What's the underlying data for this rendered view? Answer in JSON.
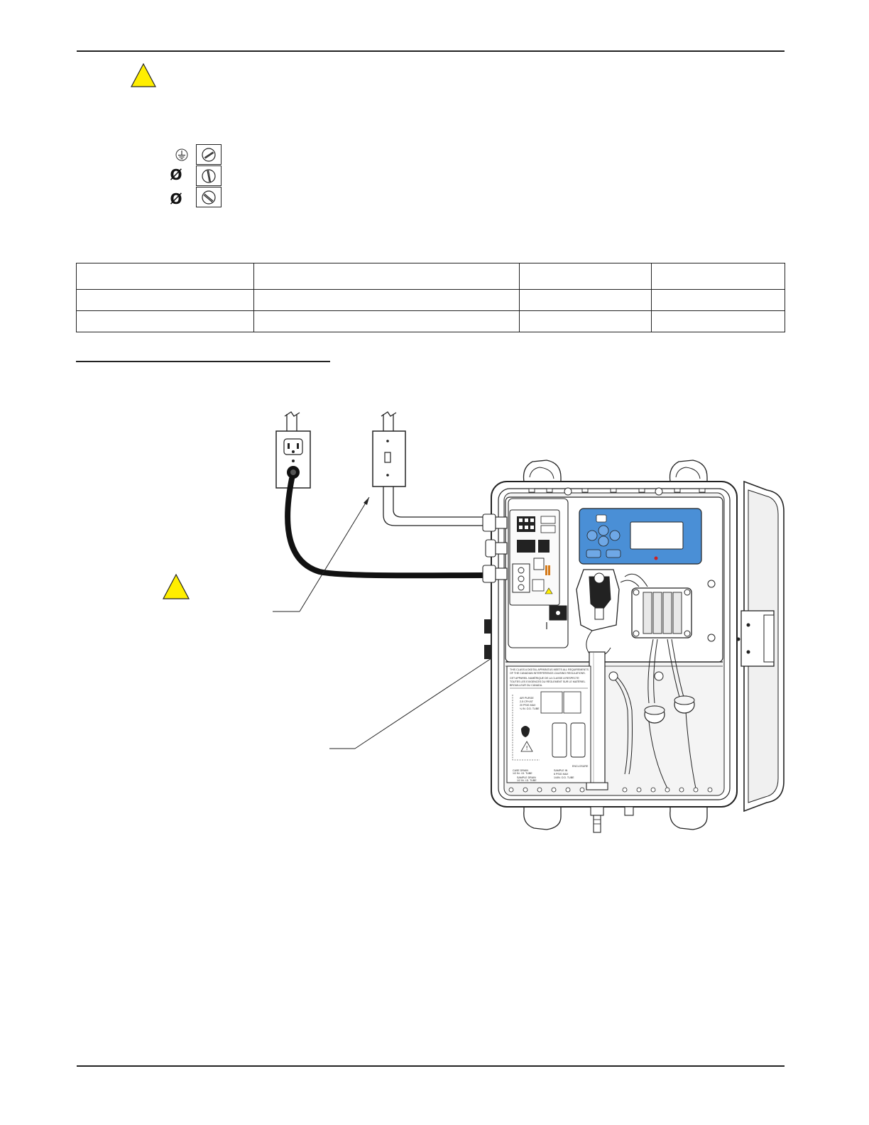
{
  "header": {
    "rule": true
  },
  "warning_top": {
    "icon": "warning-triangle-icon",
    "color": "#ffee00"
  },
  "terminal_block": {
    "rows": [
      {
        "symbol_icon": "protective-earth-icon",
        "symbol": ""
      },
      {
        "symbol_icon": "phase-icon",
        "symbol": "Ø"
      },
      {
        "symbol_icon": "phase-icon",
        "symbol": "Ø"
      }
    ]
  },
  "spec_table": {
    "rows": [
      [
        "",
        "",
        "",
        ""
      ],
      [
        "",
        "",
        "",
        ""
      ],
      [
        "",
        "",
        "",
        ""
      ]
    ]
  },
  "figure": {
    "warning_icon": "warning-triangle-icon",
    "controller_display_color": "#4a8fd6",
    "enclosure_label": {
      "line1": "THIS CLASS A DIGITAL APPARATUS MEETS ALL REQUIREMENTS",
      "line2": "OF THE CANADIAN INTERFERENCE-CAUSING REGULATIONS.",
      "line3": "CET APPAREIL NUMÉRIQUE DE LA CLASSE A RESPECTE",
      "line4": "TOUTES LES EXIGENCES DU RÈGLEMENT SUR LE MATÉRIEL",
      "line5": "BROUILLEUR DU CANADA.",
      "air_purge": "AIR PURGE",
      "air_purge_2": "2-5 CFH AT",
      "air_purge_3": "20 PSIG MAX",
      "air_purge_4": "¼ IN. O.D. TUBE",
      "case_drain": "CASE DRAIN",
      "case_drain_2": "1/2 IN. I.D. TUBE",
      "sample_drain": "SAMPLE DRAIN",
      "sample_drain_2": "1/2 IN. I.D. TUBE",
      "sample_in": "SAMPLE IN",
      "sample_in_2": "6 PSIG MAX",
      "sample_in_3": "1/4IN. O.D. TUBE",
      "enclosure": "ENCLOSURE"
    }
  }
}
